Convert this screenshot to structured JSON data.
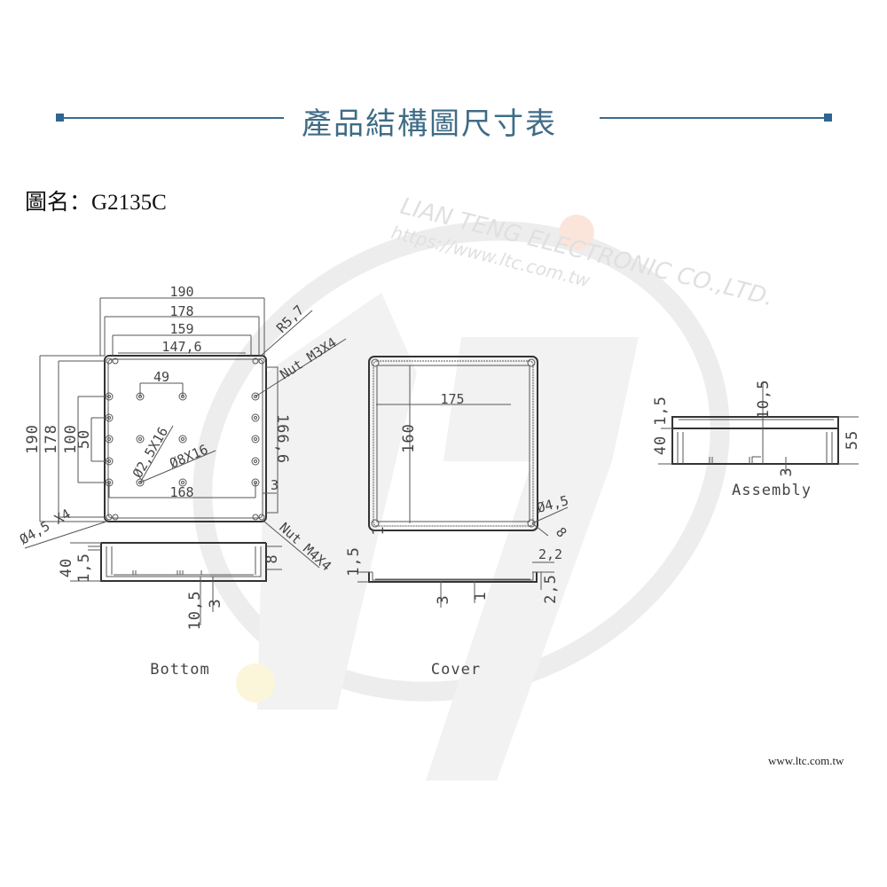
{
  "header": {
    "title": "產品結構圖尺寸表",
    "accent": "#3a6a8c"
  },
  "figure": {
    "name_label": "圖名：",
    "model": "G2135C"
  },
  "watermark": {
    "company": "LIAN TENG ELECTRONIC CO.,LTD.",
    "url": "https://www.ltc.com.tw"
  },
  "bottom_view": {
    "label": "Bottom",
    "dims": {
      "w190": "190",
      "w178": "178",
      "w159": "159",
      "w147": "147,6",
      "h190": "190",
      "h178": "178",
      "h100": "100",
      "h50": "50",
      "d49": "49",
      "d168": "168",
      "d166": "166,6",
      "d3": "3",
      "r": "R5,7",
      "nut_m3": "Nut M3X4",
      "nut_m4": "Nut M4X4",
      "hole": "Ø4,5 X4",
      "boss1": "Ø2,5X16",
      "boss2": "Ø8X16"
    },
    "side": {
      "h40": "40",
      "h15": "1,5",
      "h8": "8",
      "d105": "10,5",
      "d3": "3"
    }
  },
  "cover_view": {
    "label": "Cover",
    "dims": {
      "w175": "175",
      "h160": "160",
      "hole": "Ø4,5",
      "d8": "8",
      "d1": "1"
    },
    "side": {
      "h15": "1,5",
      "d22": "2,2",
      "d25": "2,5",
      "d3": "3",
      "d1": "1"
    }
  },
  "assembly_view": {
    "label": "Assembly",
    "dims": {
      "d105": "10,5",
      "d15": "1,5",
      "h40": "40",
      "h55": "55",
      "d3": "3"
    }
  },
  "footer": {
    "url": "www.ltc.com.tw"
  }
}
